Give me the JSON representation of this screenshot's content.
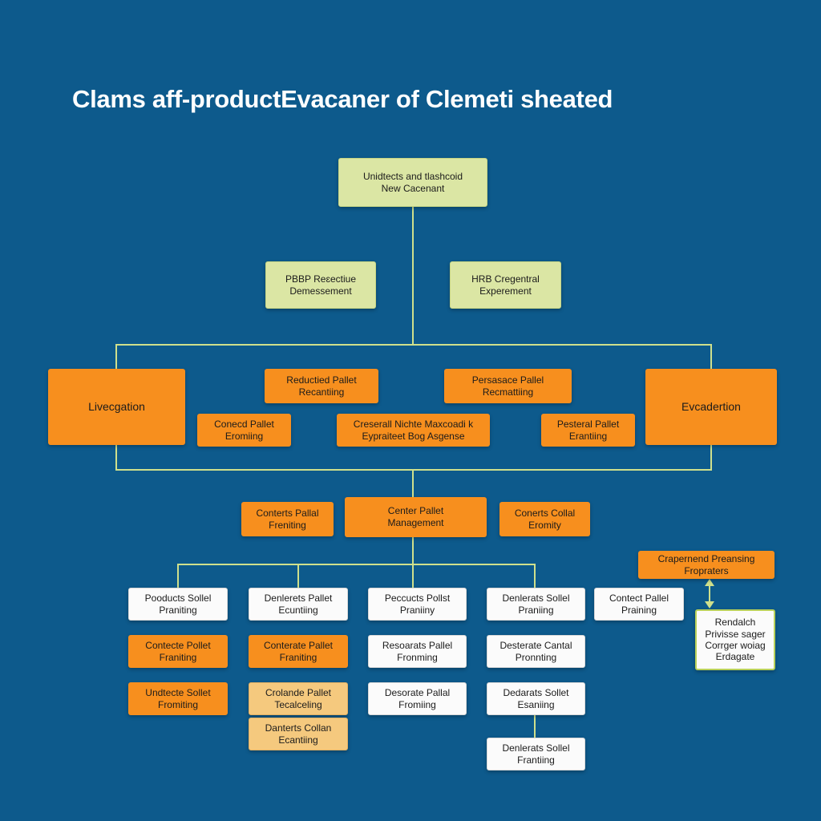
{
  "title": "Clams aff-productEvacaner of Clemeti sheated",
  "colors": {
    "background": "#0d5a8c",
    "connector": "#cfe08c",
    "lime_box": "#dbe6a4",
    "orange_box": "#f78f1e",
    "white_box": "#fbfbfb",
    "tan_box": "#f5c97e"
  },
  "nodes": {
    "root": "Unidtects and tlashcoid\nNew Cacenant",
    "pbbp": "PBBP Reɛectiue\nDemessement",
    "hrb": "HRB Cregentral\nExperement",
    "livecgation": "Livecgation",
    "evcadertion": "Evcadertion",
    "reductied": "Reductied Pallet\nRecantiing",
    "persasace": "Persasace Pallel\nRecmattiing",
    "conecd": "Conecd Pallet\nEromiing",
    "creserall": "Creserall Nichte Maxcoadi k\nEypraiteet Bog Asgense",
    "pesteral": "Pesteral Pallet\nErantiing",
    "conterts_left": "Conterts Pallal\nFreniting",
    "center": "Center Pallet\nManagement",
    "conterts_right": "Conerts Collal\nEromity",
    "c1_r1": "Pooducts Sollel\nPraniting",
    "c1_r2": "Contecte Pollet\nFraniting",
    "c1_r3": "Undtecte Sollet\nFromiting",
    "c2_r1": "Denlerets Pallet\nEcuntiing",
    "c2_r2": "Conterate Pallet\nFraniting",
    "c2_r3": "Crolande Pallet\nTecalceling",
    "c2_r4": "Danterts Collan\nEcantiing",
    "c3_r1": "Peccucts Pollst\nPraniiny",
    "c3_r2": "Resoarats Pallel\nFronming",
    "c3_r3": "Desorate Pallal\nFromiing",
    "c4_r1": "Denlerats Sollel\nPraniing",
    "c4_r2": "Desterate Cantal\nPronnting",
    "c4_r3": "Dedarats Sollet\nEsaniing",
    "c4_r4": "Denlerats Sollel\nFrantiing",
    "contect": "Contect Pallel\nPraining",
    "crapernd": "Crapernend Preansing\nFropraters",
    "rendalch": "Rendalch\nPrivisse sager\nCorrger woiag\nErdagate"
  }
}
